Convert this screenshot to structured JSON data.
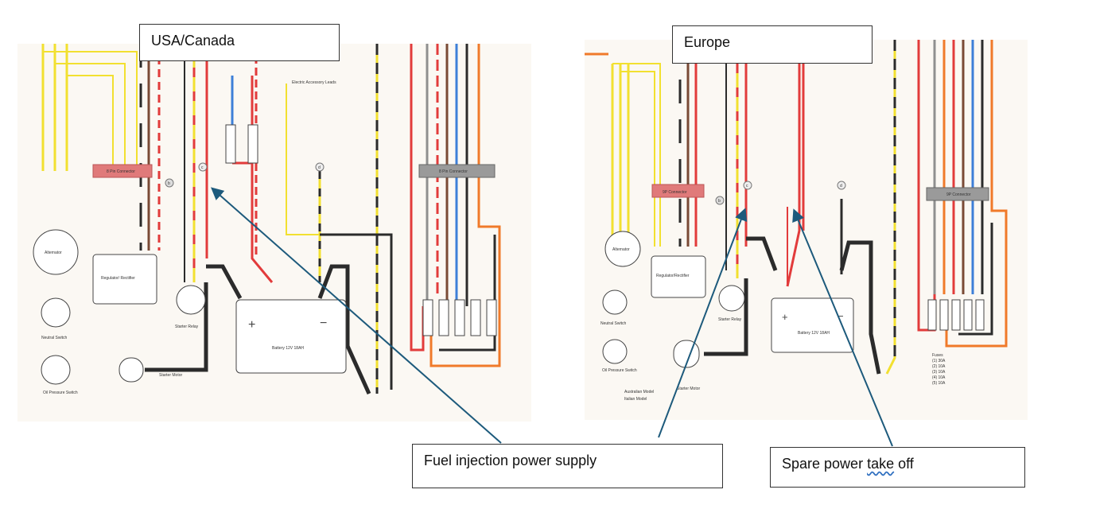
{
  "callouts": {
    "usa_canada": "USA/Canada",
    "europe": "Europe",
    "fuel_injection": "Fuel injection power supply",
    "spare_power": {
      "word1": "Spare power ",
      "word2": "take",
      "word3": " off"
    }
  },
  "usa_diagram": {
    "alternator": "Alternator",
    "regulator": "Regulator/ Rectifier",
    "connector_8pin": "8 Pin Connector",
    "connector_right": "8 Pin Connector",
    "neutral_switch": "Neutral Switch",
    "oil_pressure_switch": "Oil Pressure Switch",
    "starter_relay": "Starter Relay",
    "starter_motor": "Starter Motor",
    "battery": "Battery 12V 18AH",
    "accessory_leads": "Electric Accessory Leads",
    "marker_b": "b",
    "marker_c": "c",
    "marker_d": "d"
  },
  "europe_diagram": {
    "alternator": "Alternator",
    "regulator": "Regulator/Rectifier",
    "connector_left": "9P Connector",
    "connector_right": "9P Connector",
    "neutral_switch": "Neutral Switch",
    "oil_pressure_switch": "Oil Pressure Switch",
    "starter_relay": "Starter Relay",
    "starter_motor": "Starter Motor",
    "battery": "Battery 12V 18AH",
    "fuses_title": "Fuses",
    "fuses": [
      "(1) 30A",
      "(2) 10A",
      "(3) 10A",
      "(4) 10A",
      "(5) 10A"
    ],
    "model_a": "Australian Model",
    "model_i": "Italian Model",
    "marker_b": "b",
    "marker_c": "c",
    "marker_d": "d"
  },
  "colors": {
    "arrow": "#1d5a7c",
    "wire_red": "#e23b3b",
    "wire_yellow": "#f2e030",
    "wire_black": "#2b2b2b",
    "wire_orange": "#f07a2a",
    "wire_blue": "#3d7fd8",
    "wire_green": "#3a9a4e",
    "connector_pink": "#e07a7a",
    "connector_grey": "#8f8f8f"
  }
}
